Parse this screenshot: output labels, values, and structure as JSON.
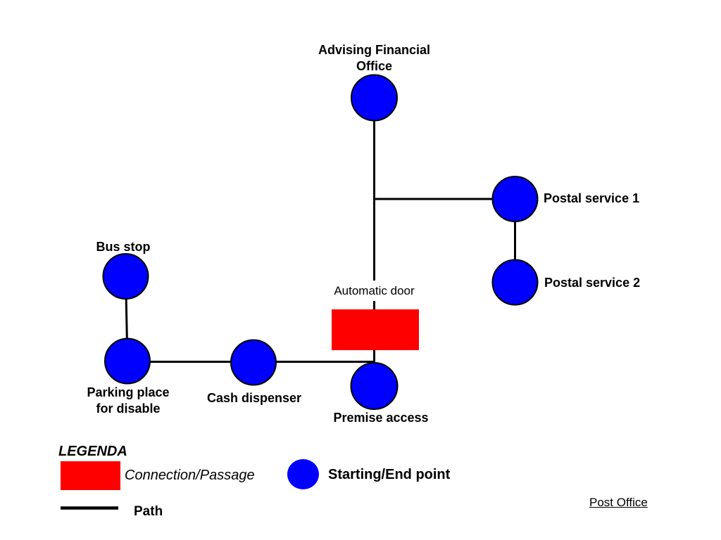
{
  "colors": {
    "node_fill": "#0000fe",
    "node_stroke": "#000000",
    "passage_fill": "#fe0000",
    "path_stroke": "#000000"
  },
  "nodes": {
    "advising_financial_office": {
      "line1": "Advising Financial",
      "line2": "Office"
    },
    "postal_service_1": {
      "label": "Postal service 1"
    },
    "postal_service_2": {
      "label": "Postal service 2"
    },
    "bus_stop": {
      "label": "Bus stop"
    },
    "parking_place_for_disable": {
      "line1": "Parking place",
      "line2": "for disable"
    },
    "cash_dispenser": {
      "label": "Cash dispenser"
    },
    "premise_access": {
      "label": "Premise access"
    }
  },
  "passage": {
    "label": "Automatic door"
  },
  "legend": {
    "title": "LEGENDA",
    "connection": "Connection/Passage",
    "point": "Starting/End point",
    "path": "Path"
  },
  "footer": {
    "page_label": "Post Office"
  }
}
